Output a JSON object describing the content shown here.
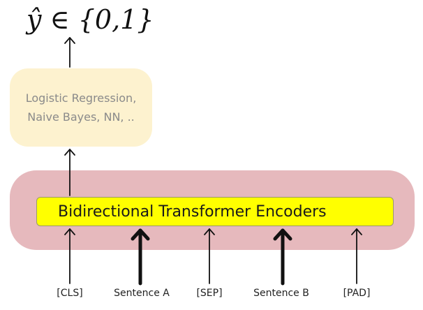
{
  "output": {
    "label": "ŷ ∈ {0,1}"
  },
  "classifier": {
    "label": "Logistic Regression, Naive Bayes, NN, .."
  },
  "encoder": {
    "label": "Bidirectional Transformer Encoders"
  },
  "inputs": [
    {
      "label": "[CLS]"
    },
    {
      "label": "Sentence A"
    },
    {
      "label": "[SEP]"
    },
    {
      "label": "Sentence B"
    },
    {
      "label": "[PAD]"
    }
  ],
  "colors": {
    "classifier_fill": "#fdf2cf",
    "encoder_outer_fill": "#e6b9bd",
    "encoder_inner_fill": "#ffff00"
  }
}
